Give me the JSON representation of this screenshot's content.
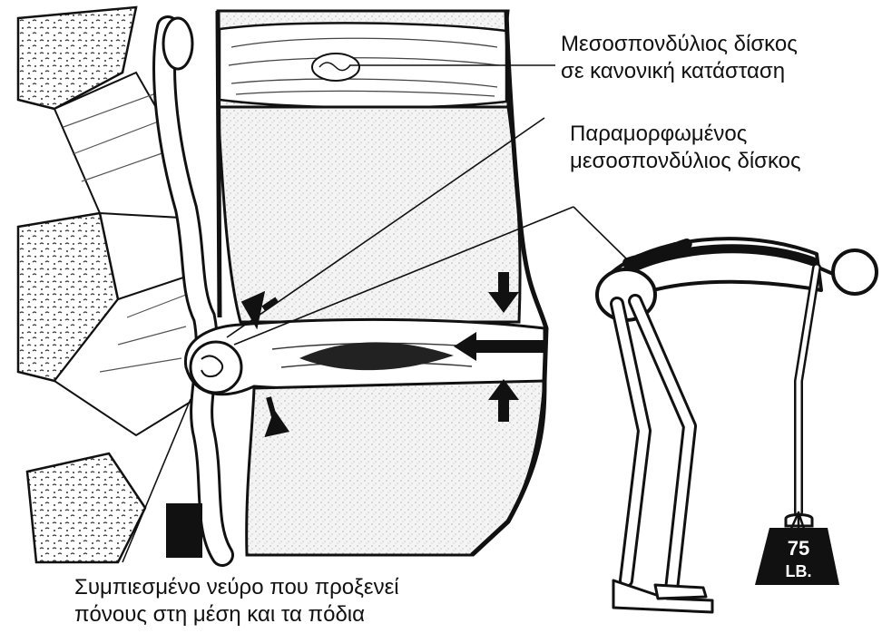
{
  "labels": {
    "normal_disc": [
      "Μεσοσπονδύλιος δίσκος",
      "σε κανονική κατάσταση"
    ],
    "deformed_disc": [
      "Παραμορφωμένος",
      "μεσοσπονδύλιος δίσκος"
    ],
    "compressed_nerve": [
      "Συμπιεσμένο νεύρο που προξενεί",
      "πόνους στη μέση και τα πόδια"
    ]
  },
  "weight": {
    "amount": "75",
    "unit": "LB."
  },
  "colors": {
    "ink": "#111111",
    "paper": "#ffffff",
    "bone_shade": "#d9d9d9"
  }
}
